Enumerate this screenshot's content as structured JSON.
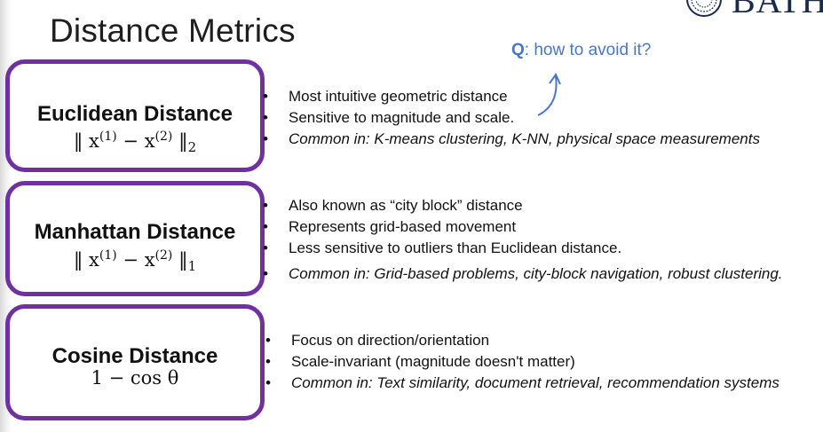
{
  "slide": {
    "title": "Distance Metrics",
    "logo_text": "BATH",
    "question_prefix": "Q",
    "question_text": ": how to avoid it?"
  },
  "metrics": [
    {
      "name": "Euclidean Distance",
      "formula": {
        "lhs": "‖ x",
        "mid": " − x",
        "rhs": " ‖",
        "sup1": "(1)",
        "sup2": "(2)",
        "sub": "2"
      },
      "bullets": [
        "Most intuitive geometric distance",
        "Sensitive to magnitude and scale.",
        "Common in: K-means clustering, K-NN, physical space measurements"
      ]
    },
    {
      "name": "Manhattan Distance",
      "formula": {
        "lhs": "‖ x",
        "mid": " − x",
        "rhs": " ‖",
        "sup1": "(1)",
        "sup2": "(2)",
        "sub": "1"
      },
      "bullets": [
        "Also known as “city block” distance",
        "Represents grid-based movement",
        "Less sensitive to outliers than Euclidean distance.",
        "Common in: Grid-based problems, city-block navigation, robust clustering."
      ]
    },
    {
      "name": "Cosine Distance",
      "formula_text": "1 − cos θ",
      "bullets": [
        "Focus on direction/orientation",
        "Scale-invariant (magnitude doesn't matter)",
        "Common in: Text similarity, document retrieval, recommendation systems"
      ]
    }
  ],
  "colors": {
    "box_border": "#7030a0",
    "question": "#4a76c4"
  }
}
